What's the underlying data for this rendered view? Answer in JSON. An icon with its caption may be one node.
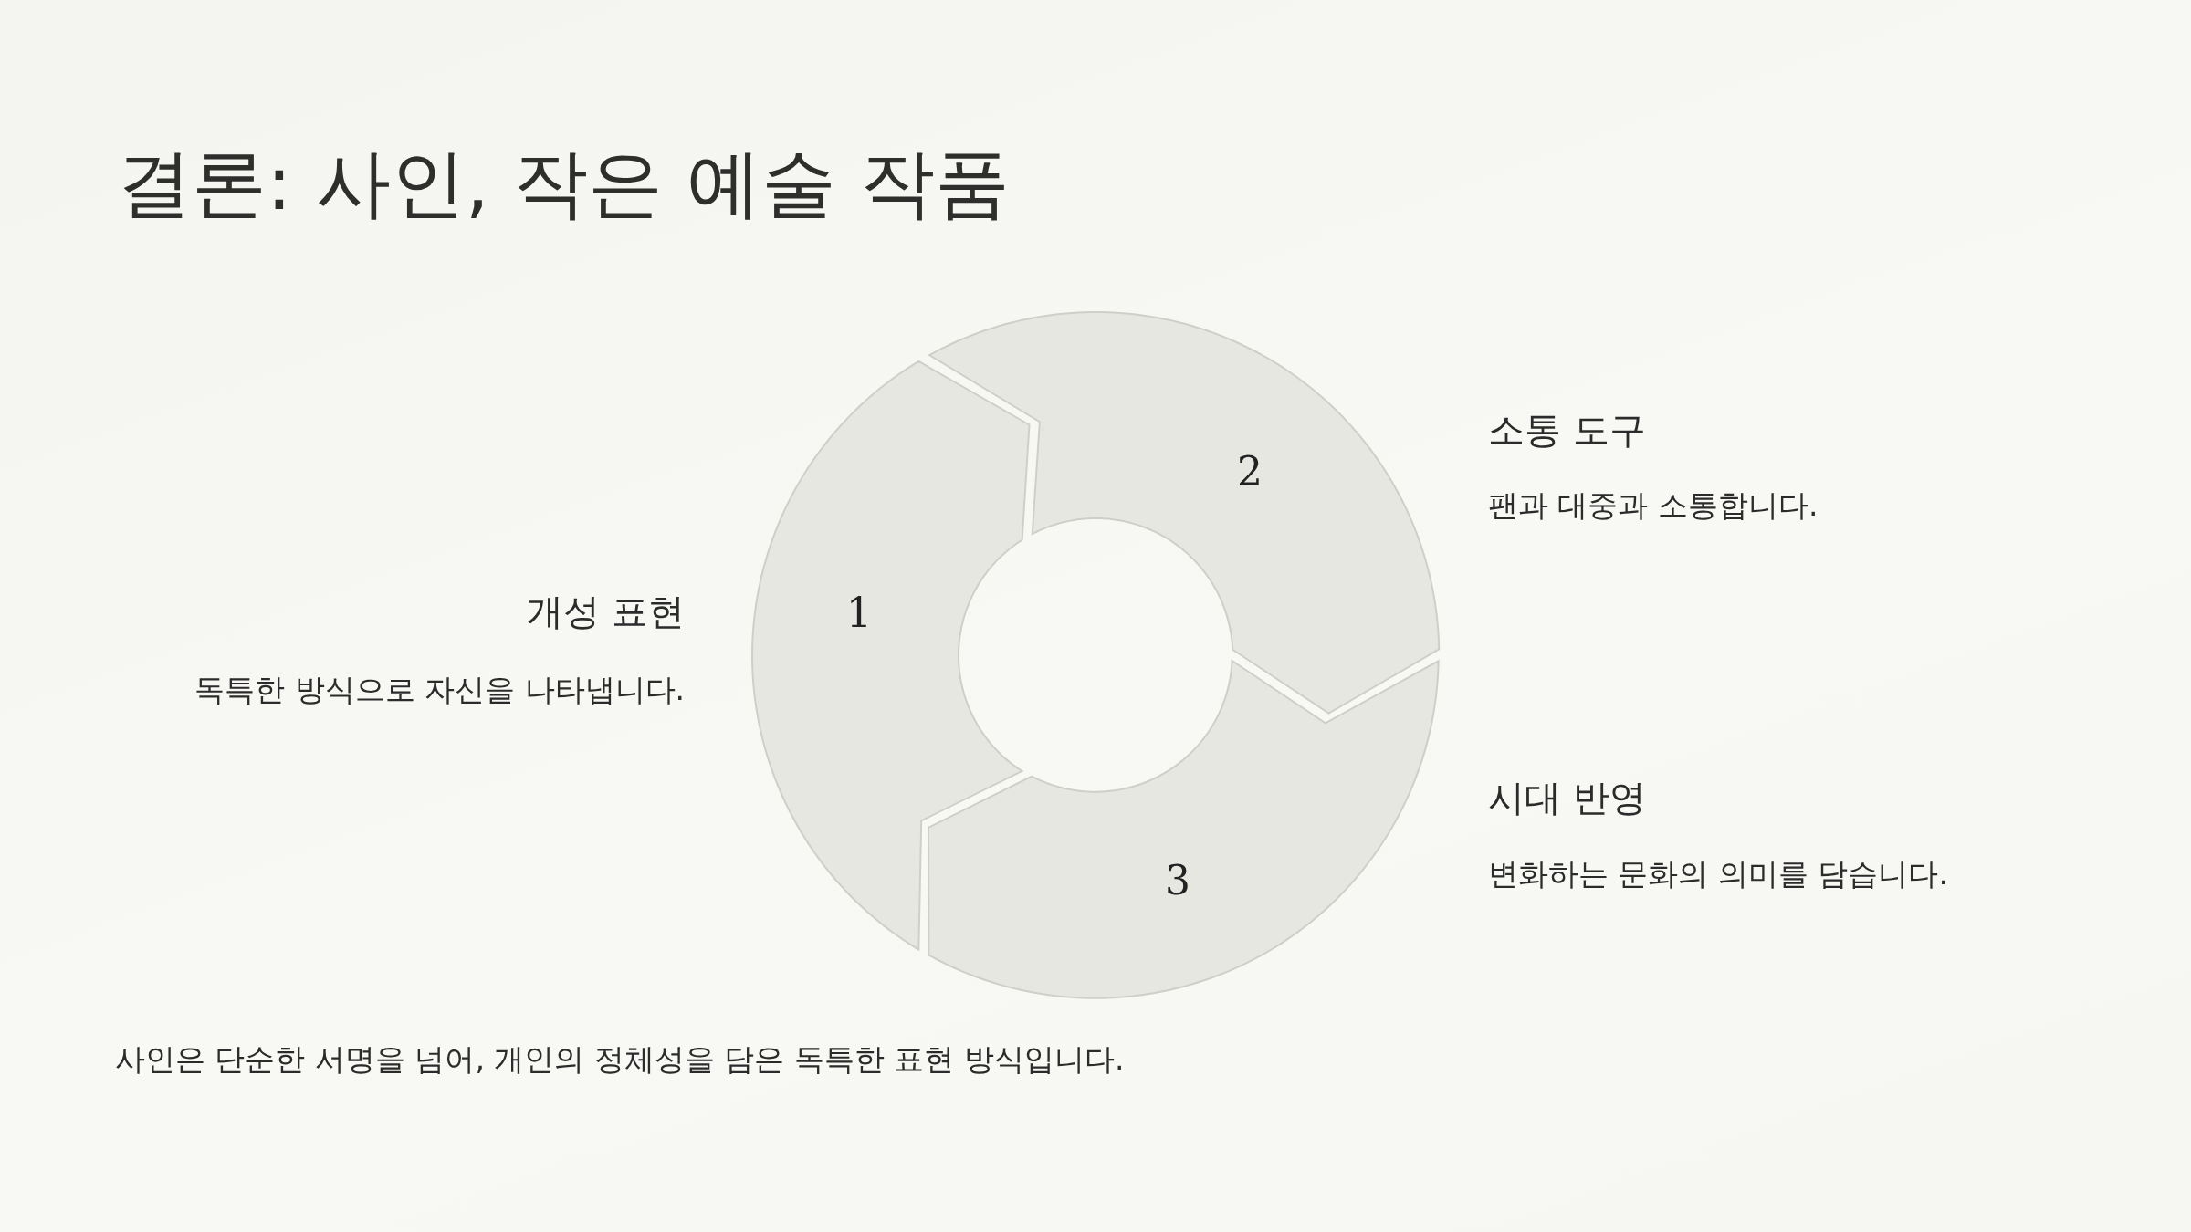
{
  "diagram": {
    "title": "결론: 사인, 작은 예술 작품",
    "nodes": [
      {
        "text": [
          "1"
        ],
        "beside": [
          "개성 표현",
          "독특한 방식으로 자신을 나타냅니다."
        ]
      },
      {
        "text": [
          "2"
        ],
        "beside": [
          "소통 도구",
          "팬과 대중과 소통합니다."
        ]
      },
      {
        "text": [
          "3"
        ],
        "beside": [
          "시대 반영",
          "변화하는 문화의 의미를 담습니다."
        ]
      }
    ],
    "caption": "사인은 단순한 서명을 넘어, 개인의 정체성을 담은 독특한 표현 방식입니다."
  }
}
